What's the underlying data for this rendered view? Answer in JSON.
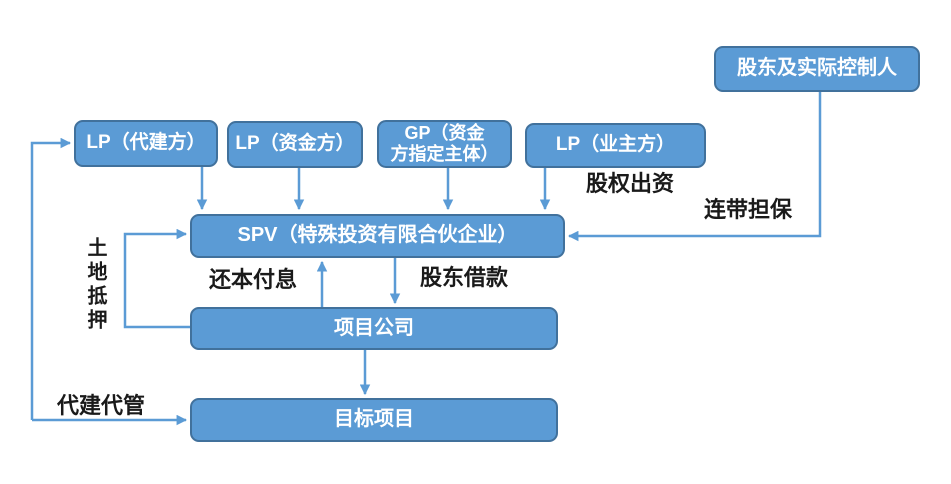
{
  "diagram": {
    "nodes": {
      "shareholder": {
        "label": "股东及实际控制人"
      },
      "lp_daijian": {
        "label": "LP（代建方）"
      },
      "lp_zijin": {
        "label": "LP（资金方）"
      },
      "gp": {
        "label": "GP（资金\n方指定主体）"
      },
      "lp_yezhu": {
        "label": "LP（业主方）"
      },
      "spv": {
        "label": "SPV（特殊投资有限合伙企业）"
      },
      "project_company": {
        "label": "项目公司"
      },
      "target_project": {
        "label": "目标项目"
      }
    },
    "edge_labels": {
      "equity_contribution": "股权出资",
      "joint_guarantee": "连带担保",
      "repay_principal_interest": "还本付息",
      "shareholder_loan": "股东借款",
      "land_mortgage": "土地抵押",
      "construction_management": "代建代管"
    },
    "colors": {
      "node_fill": "#5B9BD5",
      "node_border": "#41719C",
      "arrow": "#5B9BD5",
      "node_text": "#FFFFFF",
      "label_text": "#1A1A1A",
      "background": "#FFFFFF"
    }
  }
}
